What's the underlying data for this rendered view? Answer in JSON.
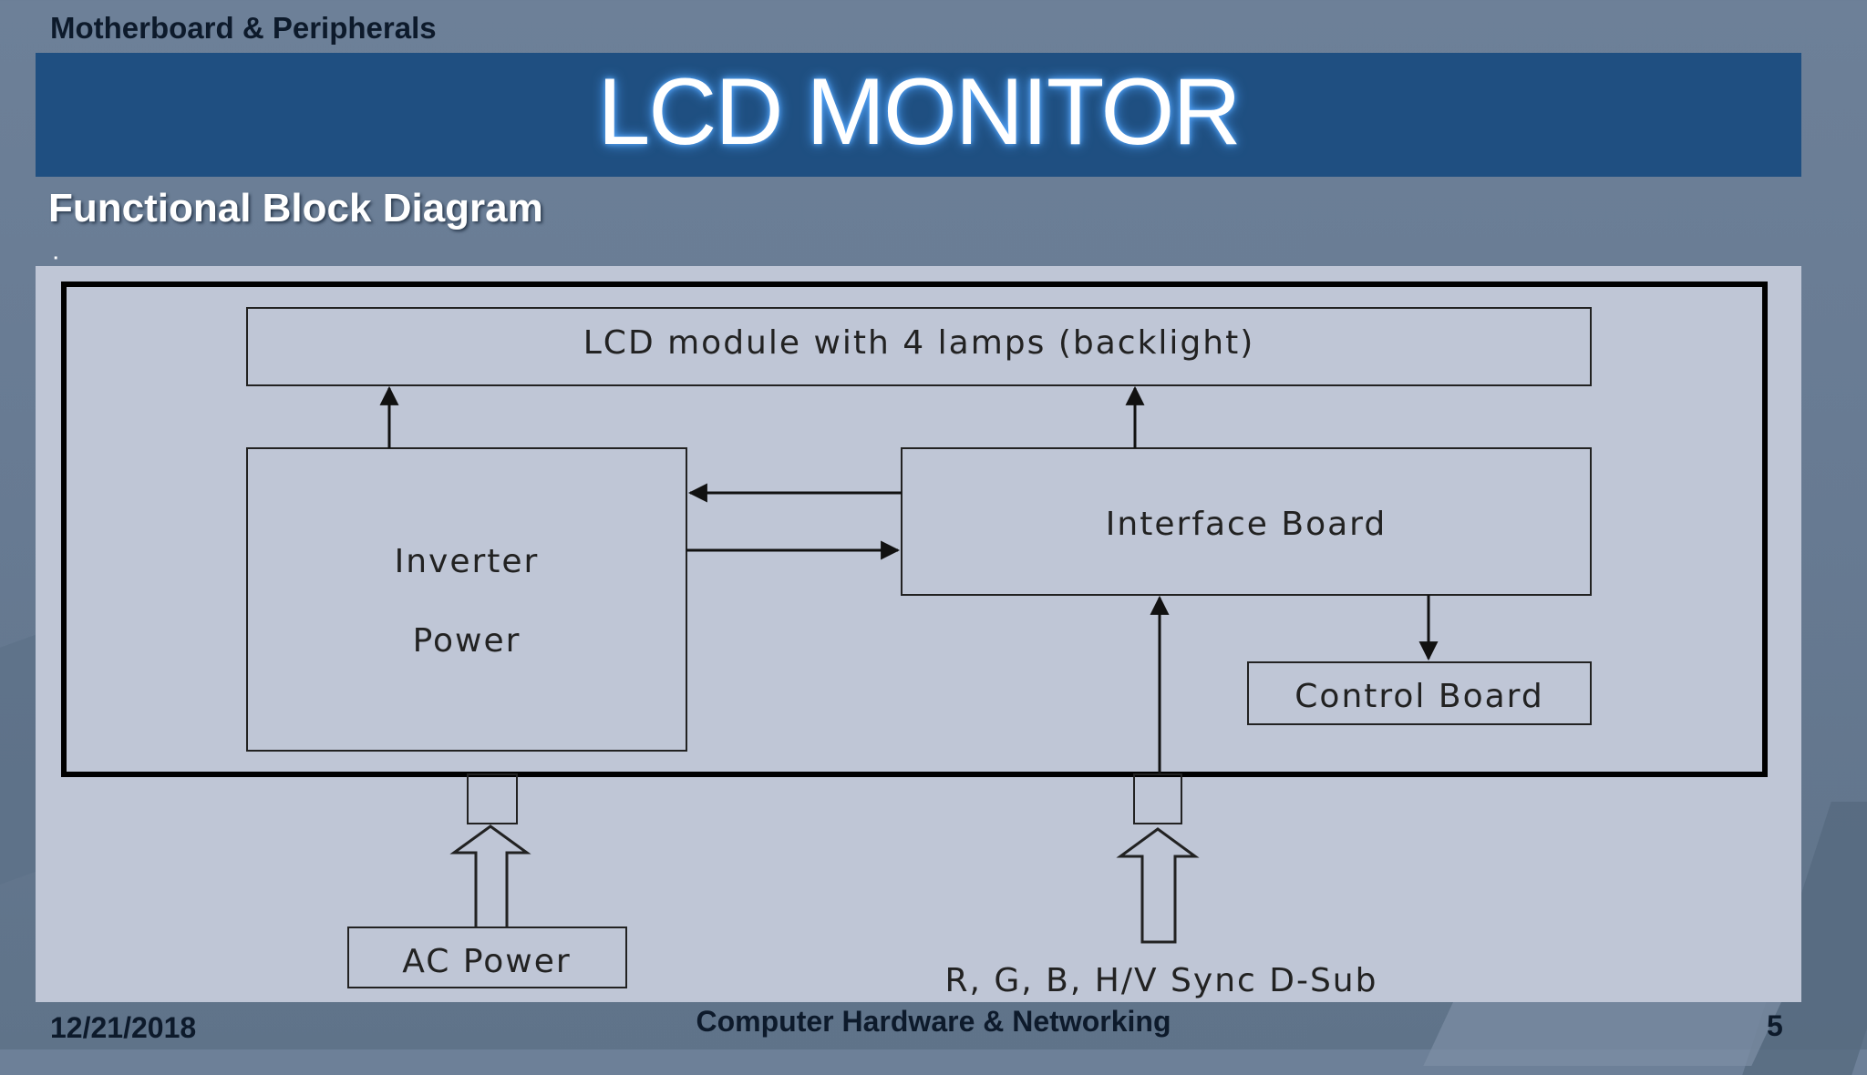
{
  "header": {
    "topic": "Motherboard & Peripherals",
    "title": "LCD MONITOR"
  },
  "subtitle": "Functional Block Diagram",
  "subtitle_mark": ":",
  "diagram": {
    "lcd_module": "LCD module with 4 lamps (backlight)",
    "inverter_line1": "Inverter",
    "inverter_line2": "Power",
    "interface_board": "Interface Board",
    "control_board": "Control Board",
    "ac_power": "AC Power",
    "signal_input": "R, G, B, H/V Sync D-Sub"
  },
  "footer": {
    "date": "12/21/2018",
    "course": "Computer Hardware & Networking",
    "page": "5"
  },
  "colors": {
    "banner": "#1f4f81",
    "panel": "#bfc6d6",
    "title_glow": "#4ea3ff"
  }
}
